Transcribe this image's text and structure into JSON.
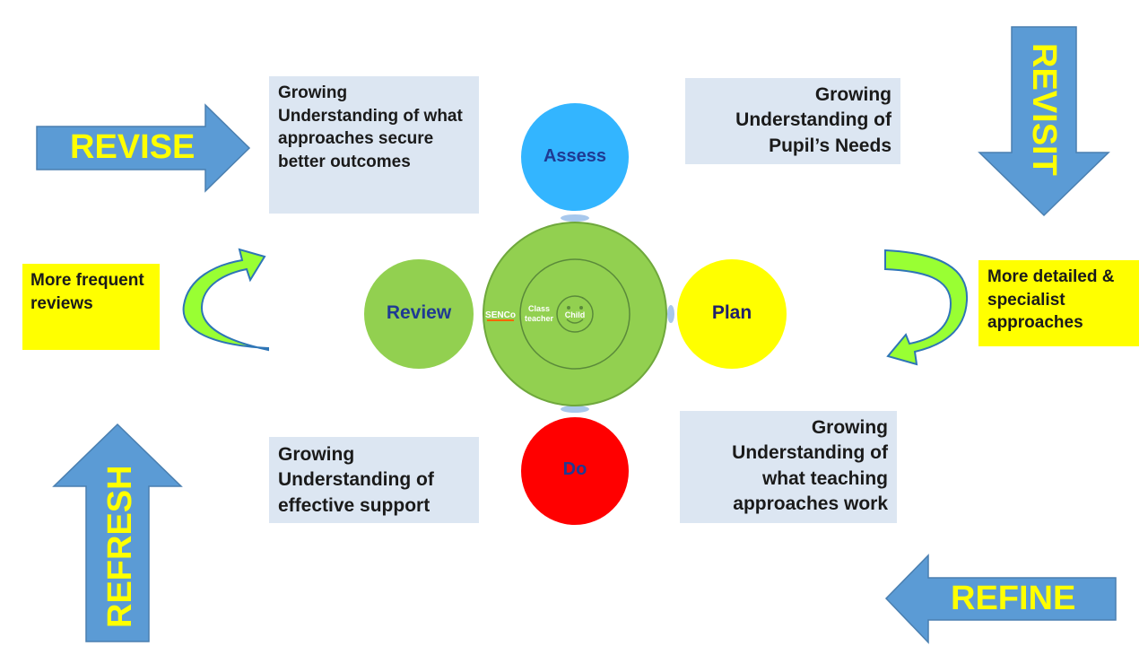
{
  "colors": {
    "arrow_blue": "#5b9bd5",
    "arrow_text": "#ffff00",
    "info_box": "#dce6f2",
    "note_box": "#ffff00",
    "assess": "#33b5ff",
    "review": "#92d050",
    "plan": "#ffff00",
    "do": "#ff0000",
    "curved_arrow": "#99ff33"
  },
  "arrows": {
    "revise": "REVISE",
    "revisit": "REVISIT",
    "refresh": "REFRESH",
    "refine": "REFINE"
  },
  "cycle": {
    "assess": "Assess",
    "review": "Review",
    "plan": "Plan",
    "do": "Do"
  },
  "center": {
    "outer": "SENCo",
    "middle": "Class teacher",
    "inner": "Child"
  },
  "info": {
    "top_left": "Growing Understanding of what approaches secure better outcomes",
    "top_right": "Growing Understanding of Pupil’s Needs",
    "bottom_left": "Growing Understanding of effective support",
    "bottom_right": "Growing Understanding of what teaching approaches work"
  },
  "notes": {
    "left": "More frequent reviews",
    "right": "More detailed & specialist approaches"
  }
}
